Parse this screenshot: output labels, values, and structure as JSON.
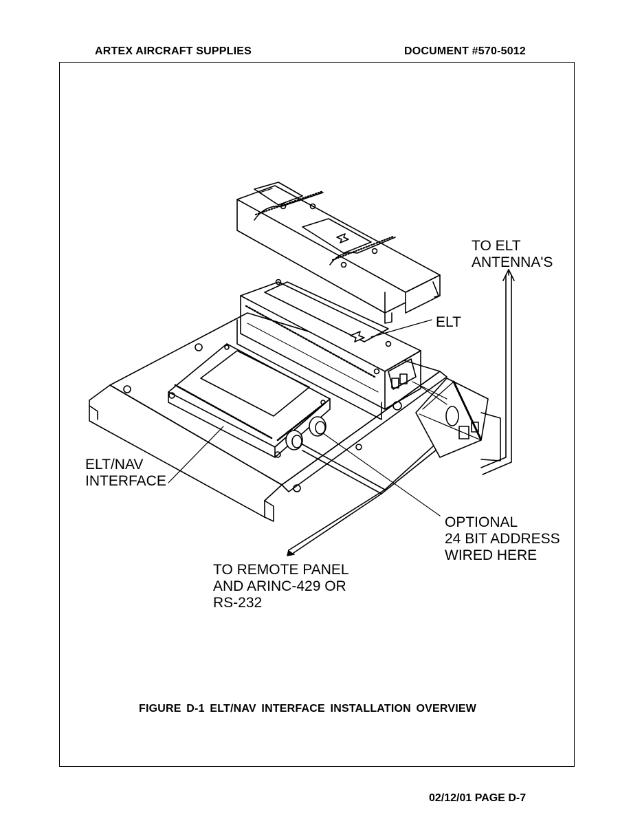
{
  "header": {
    "company": "ARTEX AIRCRAFT SUPPLIES",
    "document": "DOCUMENT #570-5012"
  },
  "figure": {
    "callouts": {
      "to_elt_antenna": [
        "TO ELT",
        "ANTENNA'S"
      ],
      "elt": [
        "ELT"
      ],
      "elt_nav_interface": [
        "ELT/NAV",
        "INTERFACE"
      ],
      "optional_address": [
        "OPTIONAL",
        "24 BIT ADDRESS",
        "WIRED HERE"
      ],
      "to_remote_panel": [
        "TO REMOTE PANEL",
        "AND ARINC-429 OR",
        "RS-232"
      ]
    },
    "caption": "FIGURE D-1 ELT/NAV INTERFACE INSTALLATION OVERVIEW",
    "line_color": "#000000"
  },
  "footer": {
    "page_ref": "02/12/01 PAGE D-7"
  }
}
